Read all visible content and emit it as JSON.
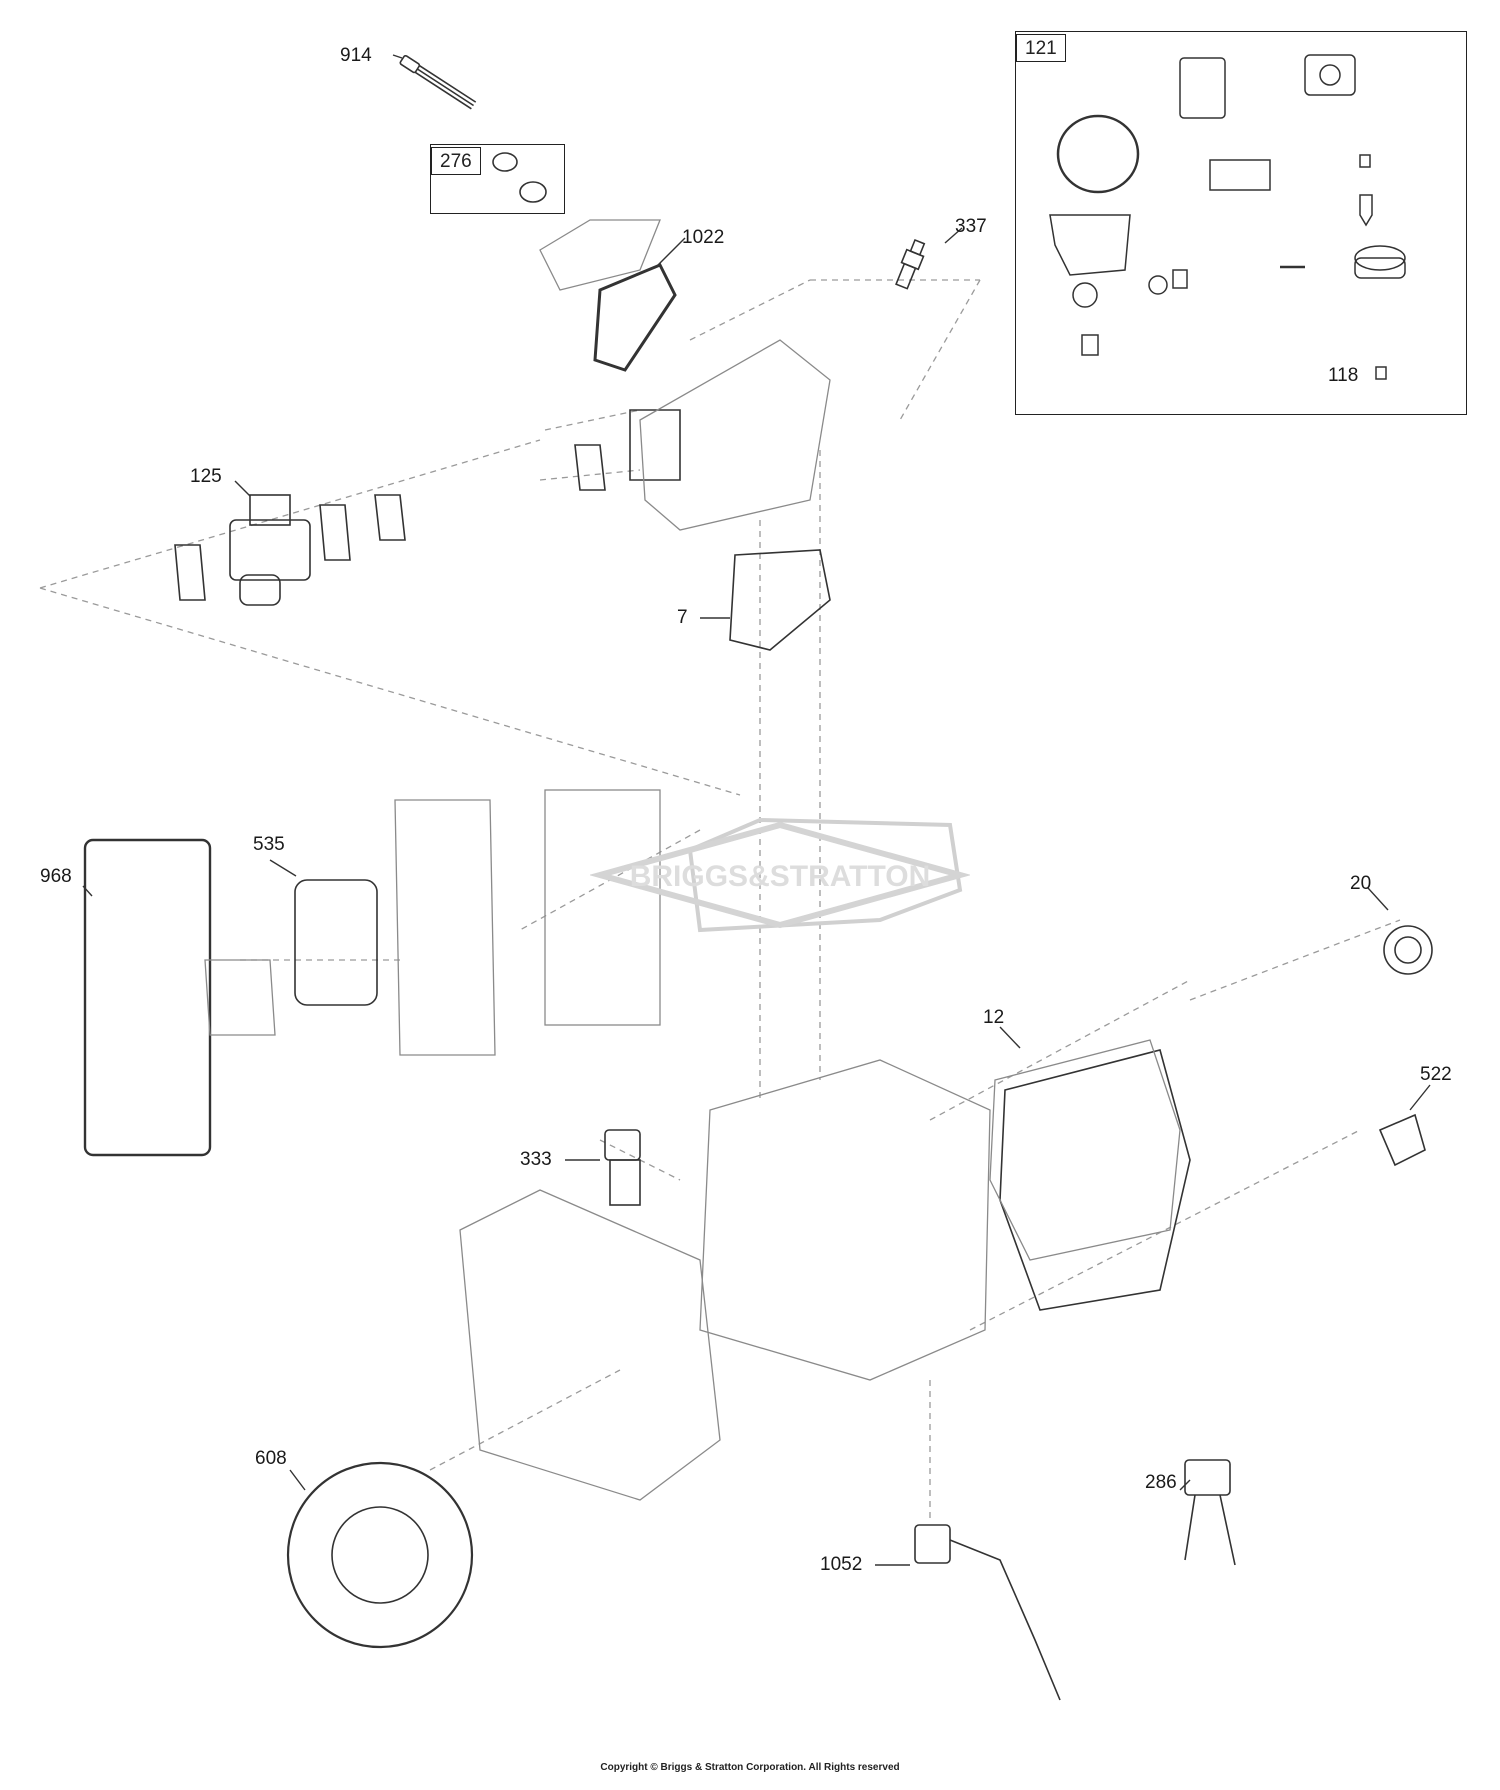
{
  "watermark": "BRIGGS&STRATTON",
  "copyright": "Copyright © Briggs & Stratton Corporation. All Rights reserved",
  "callouts": {
    "p914": "914",
    "p276": "276",
    "p1022": "1022",
    "p337": "337",
    "p121": "121",
    "p118": "118",
    "p125": "125",
    "p7": "7",
    "p535": "535",
    "p968": "968",
    "p20": "20",
    "p12": "12",
    "p522": "522",
    "p333": "333",
    "p286": "286",
    "p608": "608",
    "p1052": "1052"
  }
}
